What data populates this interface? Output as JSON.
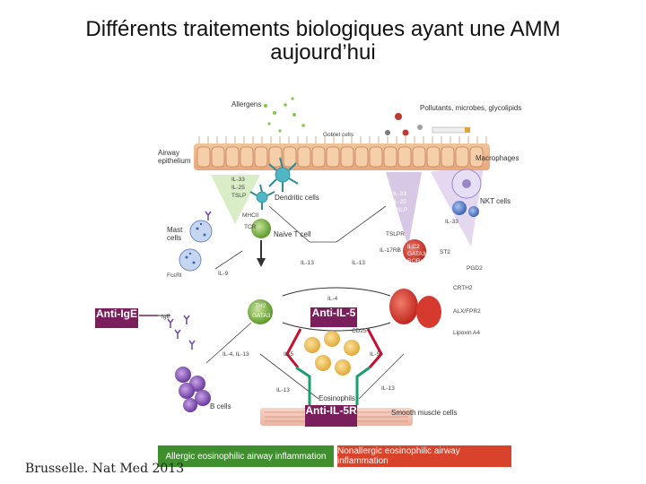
{
  "title": {
    "line1": "Différents traitements biologiques ayant une AMM",
    "line2": "aujourd’hui"
  },
  "diagram": {
    "allergens": "Allergens",
    "pollutants": "Pollutants, microbes, glycolipids",
    "goblet_cells": "Goblet cells",
    "airway_epithelium": "Airway\nepithelium",
    "macrophages": "Macrophages",
    "nkt_cells": "NKT cells",
    "left_cytokines": "IL-33\nIL-25\nTSLP",
    "right_cytokines": "IL-33\nIL-25\nTSLP",
    "dendritic_cells": "Dendritic cells",
    "mhcii": "MHCII",
    "tcr": "TCR",
    "naive_t": "Naive T cell",
    "mast_cells": "Mast\ncells",
    "fceri": "FcεRI",
    "il9": "IL-9",
    "il13_a": "IL-13",
    "il13_b": "IL-13",
    "ilc2": "ILC2",
    "gata3_a": "GATA3",
    "roralpha": "RORα",
    "il17rb": "IL-17RB",
    "st2": "ST2",
    "tslpr": "TSLPR",
    "il33_r": "IL-33",
    "pgd2": "PGD2",
    "crth2": "CRTH2",
    "alxfpr2": "ALX/FPR2",
    "lipoxin": "Lipoxin A4",
    "th2": "TH2",
    "gata3_b": "GATA3",
    "il4": "IL-4",
    "il4_il13": "IL-4, IL-13",
    "cd25": "CD25",
    "il5_a": "IL-5",
    "il5_b": "IL-5",
    "il13_c": "IL-13",
    "il13_d": "IL-13",
    "ige": "IgE",
    "b_cells": "B cells",
    "eosinophils": "Eosinophils",
    "smooth_muscle": "Smooth muscle cells",
    "allergic": "Allergic eosinophilic airway inflammation",
    "nonallergic": "Nonallergic eosinophilic airway inflammation"
  },
  "drugs": {
    "anti_ige": "Anti-IgE",
    "anti_il5": "Anti-IL-5",
    "anti_il5r": "Anti-IL-5R"
  },
  "colors": {
    "drug_box": "#7a1f5c",
    "allergic_bar": "#3f8f2e",
    "nonallergic_bar": "#d9432b",
    "anti_il5_arrow": "#c8102e",
    "anti_il5r_arrow": "#1a9e6e"
  },
  "citation": {
    "text": "Brusselle. Nat Med 2013"
  }
}
